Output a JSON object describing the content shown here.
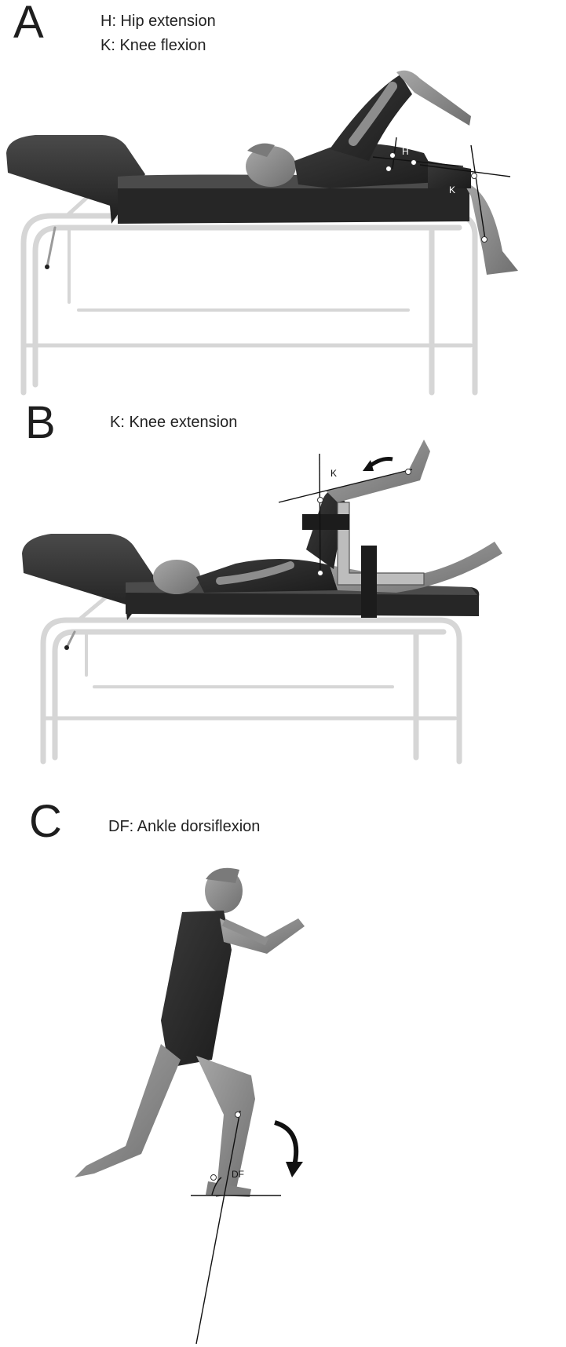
{
  "panels": [
    {
      "letter": "A",
      "captions": [
        "H: Hip extension",
        "K: Knee flexion"
      ],
      "markers": {
        "hip": "H",
        "knee": "K"
      }
    },
    {
      "letter": "B",
      "captions": [
        "K: Knee extension"
      ],
      "markers": {
        "knee": "K"
      }
    },
    {
      "letter": "C",
      "captions": [
        "DF: Ankle dorsiflexion"
      ],
      "markers": {
        "ankle": "DF"
      }
    }
  ],
  "colors": {
    "table_frame": "#d9d9d9",
    "mattress": "#2a2a2a",
    "suit": "#2b2b2b",
    "skin": "#8c8c8c",
    "brace": "#bdbdbd",
    "strap": "#1c1c1c"
  }
}
